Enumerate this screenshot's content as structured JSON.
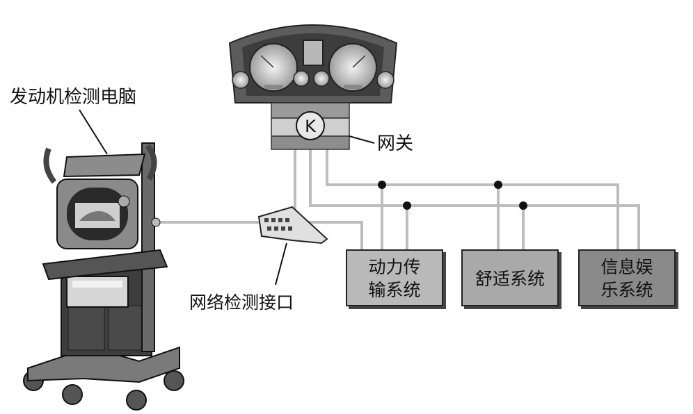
{
  "labels": {
    "diagnostic_computer": "发动机检测电脑",
    "gateway": "网关",
    "obd_port": "网络检测接口"
  },
  "systems": {
    "powertrain": [
      "动力传",
      "输系统"
    ],
    "comfort": [
      "舒适系统"
    ],
    "infotainment": [
      "信息娱",
      "乐系统"
    ]
  },
  "gateway_symbol": "K",
  "colors": {
    "wire": "#bdbdbd",
    "node": "#111111",
    "powertrain_fill": "#b9b9b9",
    "comfort_fill": "#a9a9a9",
    "infotainment_fill": "#8a8a8a",
    "dash_fill": "#5c5c5c",
    "gateway_top": "#9a9a9a",
    "gateway_mid": "#cfcfcf",
    "gateway_bottom": "#8d8d8d"
  },
  "icons": [
    "diagnostic-cart-icon",
    "instrument-cluster-icon",
    "gateway-k-icon",
    "obd-connector-icon"
  ]
}
